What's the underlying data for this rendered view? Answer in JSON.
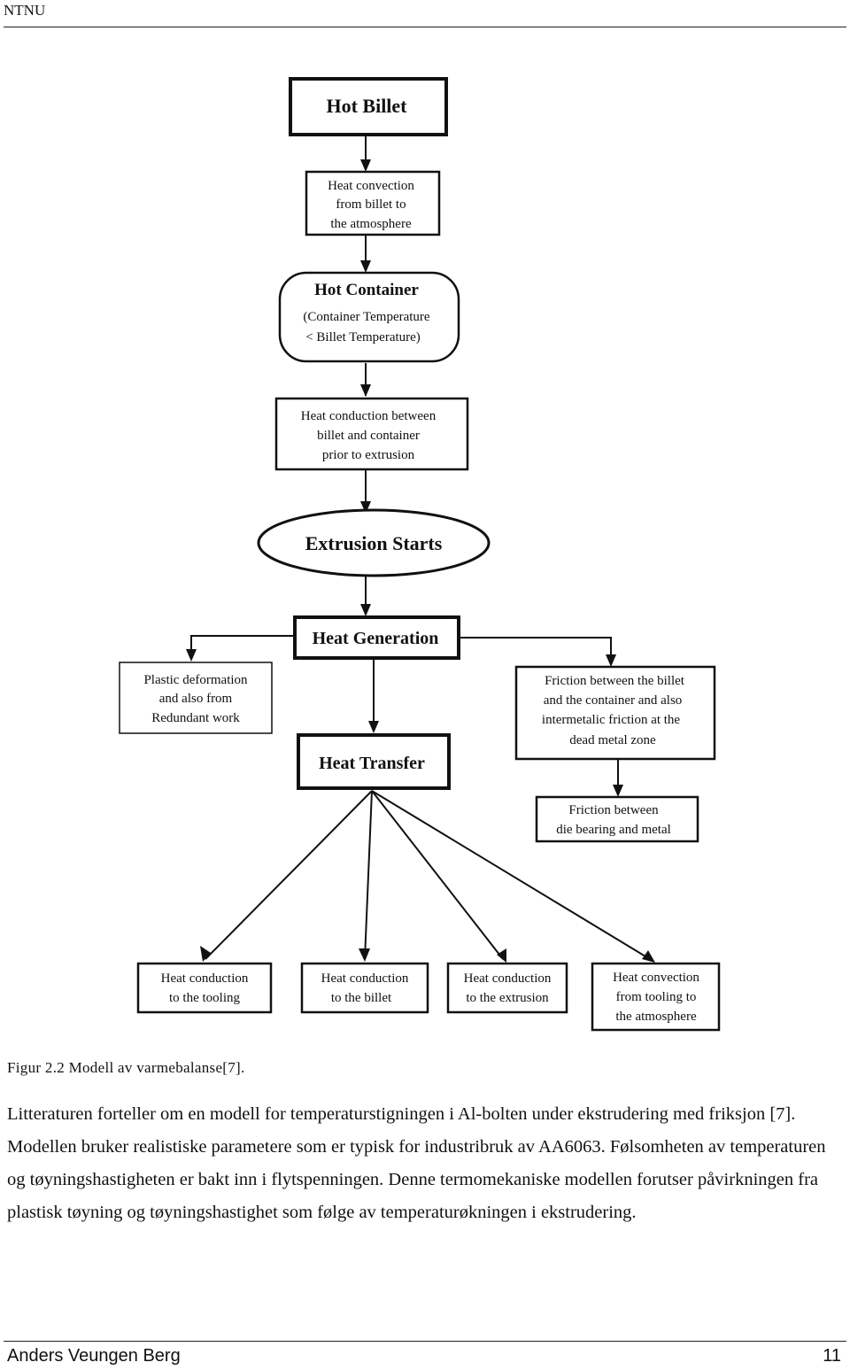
{
  "header": {
    "text": "NTNU"
  },
  "diagram": {
    "hot_billet": "Hot Billet",
    "convection_billet": [
      "Heat convection",
      "from billet to",
      "the atmosphere"
    ],
    "hot_container": [
      "Hot Container",
      "(Container Temperature",
      "< Billet Temperature)"
    ],
    "conduction_container": [
      "Heat conduction between",
      "billet and container",
      "prior to extrusion"
    ],
    "extrusion_starts": "Extrusion  Starts",
    "heat_generation": "Heat Generation",
    "plastic_deformation": [
      "Plastic deformation",
      "and also from",
      "Redundant work"
    ],
    "friction_billet": [
      "Friction between the billet",
      "and the container and also",
      "intermetalic friction at the",
      "dead metal zone"
    ],
    "heat_transfer": "Heat Transfer",
    "friction_die": [
      "Friction between",
      "die bearing and metal"
    ],
    "conduction_tooling": [
      "Heat conduction",
      "to the tooling"
    ],
    "conduction_billet": [
      "Heat conduction",
      "to the billet"
    ],
    "conduction_extrusion": [
      "Heat conduction",
      "to the extrusion"
    ],
    "convection_tooling": [
      "Heat convection",
      "from tooling to",
      "the atmosphere"
    ]
  },
  "caption": "Figur 2.2 Modell av varmebalanse[7].",
  "paragraph": "Litteraturen forteller om en modell for temperaturstigningen i Al-bolten under ekstrudering med friksjon [7]. Modellen bruker realistiske parametere som er typisk for industribruk av AA6063. Følsomheten av temperaturen og tøyningshastigheten er bakt inn i flytspenningen. Denne termomekaniske modellen forutser påvirkningen fra plastisk tøyning og tøyningshastighet som følge av temperaturøkningen i ekstrudering.",
  "footer": {
    "author": "Anders Veungen Berg",
    "page": "11"
  }
}
